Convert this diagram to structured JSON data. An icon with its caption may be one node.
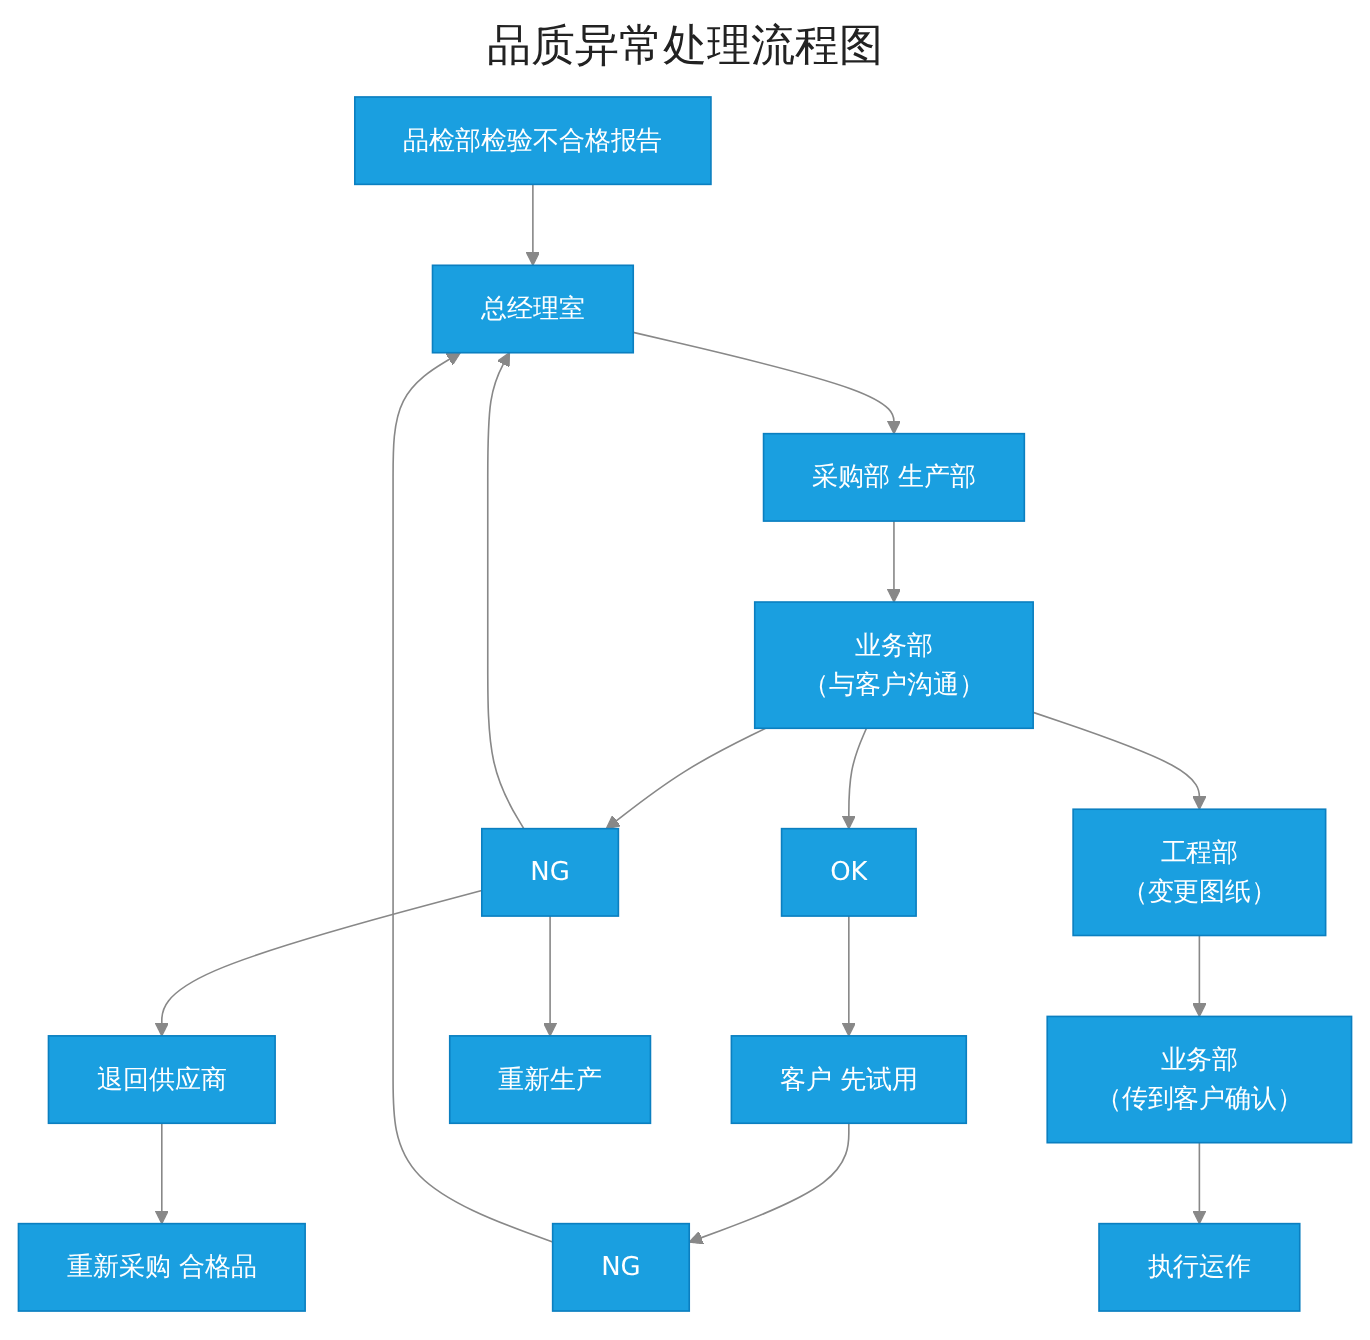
{
  "diagram": {
    "title": "品质异常处理流程图",
    "nodes": [
      {
        "text": [
          "品检部检验不合格报告"
        ]
      },
      {
        "text": [
          "总经理室"
        ]
      },
      {
        "text": [
          "NG"
        ]
      },
      {
        "text": [
          "采购部 生产部"
        ]
      },
      {
        "text": [
          "NG"
        ]
      },
      {
        "text": [
          "业务部",
          "（与客户沟通）"
        ]
      },
      {
        "text": [
          "OK"
        ]
      },
      {
        "text": [
          "客户 先试用"
        ]
      },
      {
        "text": [
          "退回供应商"
        ]
      },
      {
        "text": [
          "重新生产"
        ]
      },
      {
        "text": [
          "工程部",
          "（变更图纸）"
        ]
      },
      {
        "text": [
          "重新采购 合格品"
        ]
      },
      {
        "text": [
          "业务部",
          "（传到客户确认）"
        ]
      },
      {
        "text": [
          "执行运作"
        ]
      }
    ],
    "edges": [
      {
        "from": 0,
        "to": 1,
        "arrow": "to"
      },
      {
        "from": 1,
        "to": 3,
        "arrow": "to"
      },
      {
        "from": 3,
        "to": 5,
        "arrow": "to"
      },
      {
        "from": 5,
        "to": 4,
        "arrow": "to"
      },
      {
        "from": 5,
        "to": 6,
        "arrow": "to"
      },
      {
        "from": 6,
        "to": 7,
        "arrow": "to"
      },
      {
        "from": 7,
        "to": 2,
        "arrow": "to"
      },
      {
        "from": 2,
        "to": 1,
        "arrow": "to"
      },
      {
        "from": 4,
        "to": 1,
        "arrow": "to"
      },
      {
        "from": 4,
        "to": 8,
        "arrow": "to"
      },
      {
        "from": 4,
        "to": 9,
        "arrow": "to"
      },
      {
        "from": 8,
        "to": 11,
        "arrow": "to"
      },
      {
        "from": 5,
        "to": 10,
        "arrow": "to"
      },
      {
        "from": 10,
        "to": 12,
        "arrow": "to"
      },
      {
        "from": 12,
        "to": 13,
        "arrow": "to"
      }
    ]
  }
}
